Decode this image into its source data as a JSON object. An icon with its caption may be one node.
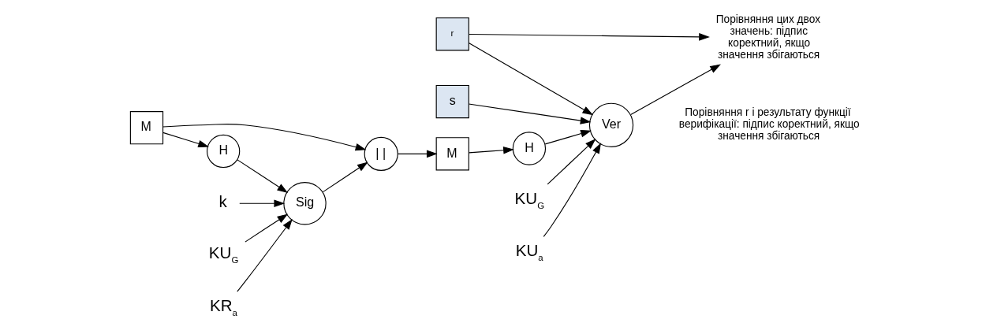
{
  "diagram": {
    "nodes": [
      {
        "text": [
          "M"
        ]
      },
      {
        "text": [
          "| |"
        ]
      },
      {
        "text": [
          "H"
        ]
      },
      {
        "text": [
          "Sig"
        ]
      },
      {
        "text": [
          "k"
        ]
      },
      {
        "text": [
          "KU$_{G}$"
        ]
      },
      {
        "text": [
          "KR$_{a}$"
        ]
      },
      {
        "text": [
          "M"
        ]
      },
      {
        "text": [
          "s"
        ]
      },
      {
        "text": [
          "r"
        ]
      },
      {
        "text": [
          "H"
        ]
      },
      {
        "text": [
          "Ver"
        ]
      },
      {
        "text": [
          "KU$_{G}$"
        ]
      },
      {
        "text": [
          "KU$_{a}$"
        ]
      },
      {
        "text": [
          "Порівняння цих двох значень: підпис коректний, якщо значення збігаються"
        ]
      }
    ],
    "edges": [
      {
        "from": 0,
        "to": 1,
        "arrow": "to"
      },
      {
        "from": 0,
        "to": 2,
        "arrow": "to"
      },
      {
        "from": 2,
        "to": 3,
        "arrow": "to"
      },
      {
        "from": 3,
        "to": 1,
        "arrow": "to"
      },
      {
        "from": 4,
        "to": 3,
        "arrow": "to"
      },
      {
        "from": 5,
        "to": 3,
        "arrow": "to"
      },
      {
        "from": 6,
        "to": 3,
        "arrow": "to"
      },
      {
        "from": 1,
        "to": 7,
        "arrow": "to"
      },
      {
        "from": 7,
        "to": 10,
        "arrow": "to"
      },
      {
        "from": 8,
        "to": 11,
        "arrow": "to"
      },
      {
        "from": 9,
        "to": 11,
        "arrow": "to"
      },
      {
        "from": 10,
        "to": 11,
        "arrow": "to"
      },
      {
        "from": 12,
        "to": 11,
        "arrow": "to"
      },
      {
        "from": 13,
        "to": 11,
        "arrow": "to"
      },
      {
        "from": 11,
        "to": 14,
        "arrow": "to"
      },
      {
        "from": 9,
        "to": 14,
        "arrow": "to"
      }
    ],
    "labels": [
      "Порівняння r і результату функції верифікації: підпис коректний, якщо значення збігаються"
    ]
  }
}
